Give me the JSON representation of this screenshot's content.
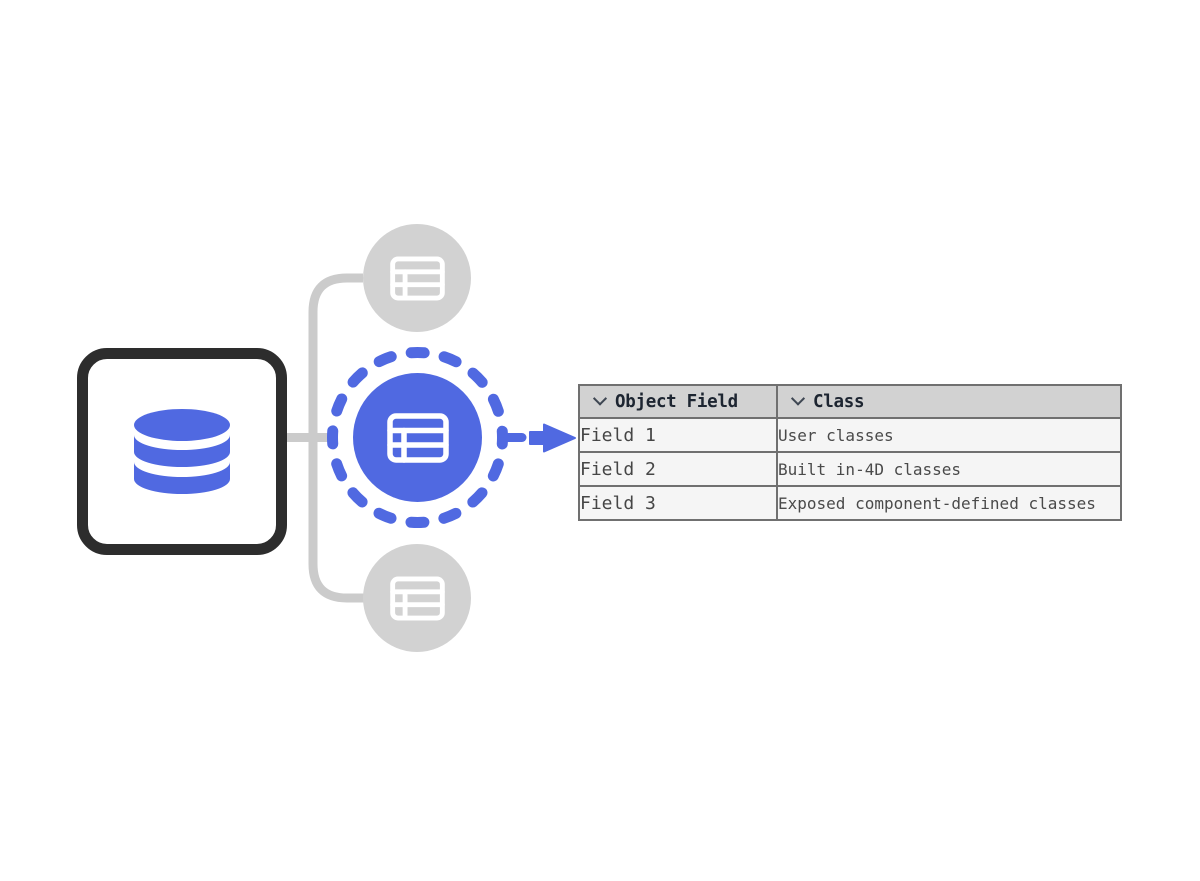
{
  "colors": {
    "accent_blue": "#5069e1",
    "inactive_gray": "#d2d2d2",
    "connector_gray": "#cbcbcb",
    "box_border": "#2d2d2d",
    "table_header_bg": "#d2d2d2",
    "table_row_bg": "#f5f5f5",
    "table_border": "#707070",
    "header_text": "#1d2531",
    "row_text": "#4a4a4a"
  },
  "diagram": {
    "source_icon": "database-cylinder-icon",
    "nodes": [
      {
        "id": "top",
        "state": "inactive",
        "icon": "table-icon"
      },
      {
        "id": "middle",
        "state": "selected",
        "icon": "table-icon"
      },
      {
        "id": "bottom",
        "state": "inactive",
        "icon": "table-icon"
      }
    ],
    "flow_icon": "arrow-right-icon"
  },
  "table": {
    "columns": [
      {
        "label": "Object Field",
        "sort_icon": "chevron-down-icon"
      },
      {
        "label": "Class",
        "sort_icon": "chevron-down-icon"
      }
    ],
    "rows": [
      {
        "field": "Field 1",
        "cls": "User classes"
      },
      {
        "field": "Field 2",
        "cls": "Built in-4D classes"
      },
      {
        "field": "Field 3",
        "cls": "Exposed component-defined classes"
      }
    ]
  }
}
